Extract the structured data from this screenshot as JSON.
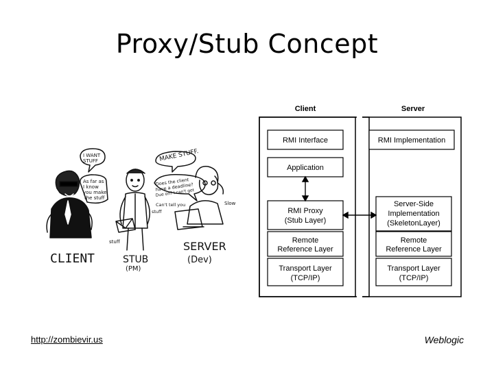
{
  "slide": {
    "title": "Proxy/Stub Concept",
    "footer_link": "http://zombievir.us",
    "footer_right": "Weblogic"
  },
  "cartoon": {
    "bubble_client": "I WANT STUFF",
    "bubble_stub": "MAKE STUFF.",
    "bubble_client_side": [
      "As far as",
      "I know",
      "you make",
      "the stuff"
    ],
    "bubble_server_q": [
      "Does the client",
      "have a deadline?",
      "Due on? I can't get"
    ],
    "bubble_stub_answer": [
      "Can't tell you",
      "stuff"
    ],
    "side_note": "Slow",
    "envelope_label": "stuff",
    "label_client": "CLIENT",
    "label_stub": [
      "STUB",
      "(PM)"
    ],
    "label_server": [
      "SERVER",
      "(Dev)"
    ]
  },
  "diagram": {
    "client_header": "Client",
    "server_header": "Server",
    "client_boxes": {
      "rmi_interface": "RMI Interface",
      "application": "Application",
      "rmi_proxy": [
        "RMI Proxy",
        "(Stub Layer)"
      ],
      "remote_ref": [
        "Remote",
        "Reference Layer"
      ],
      "transport": [
        "Transport Layer",
        "(TCP/IP)"
      ]
    },
    "server_boxes": {
      "rmi_impl": "RMI Implementation",
      "skeleton": [
        "Server-Side",
        "Implementation",
        "(SkeletonLayer)"
      ],
      "remote_ref": [
        "Remote",
        "Reference Layer"
      ],
      "transport": [
        "Transport Layer",
        "(TCP/IP)"
      ]
    }
  }
}
